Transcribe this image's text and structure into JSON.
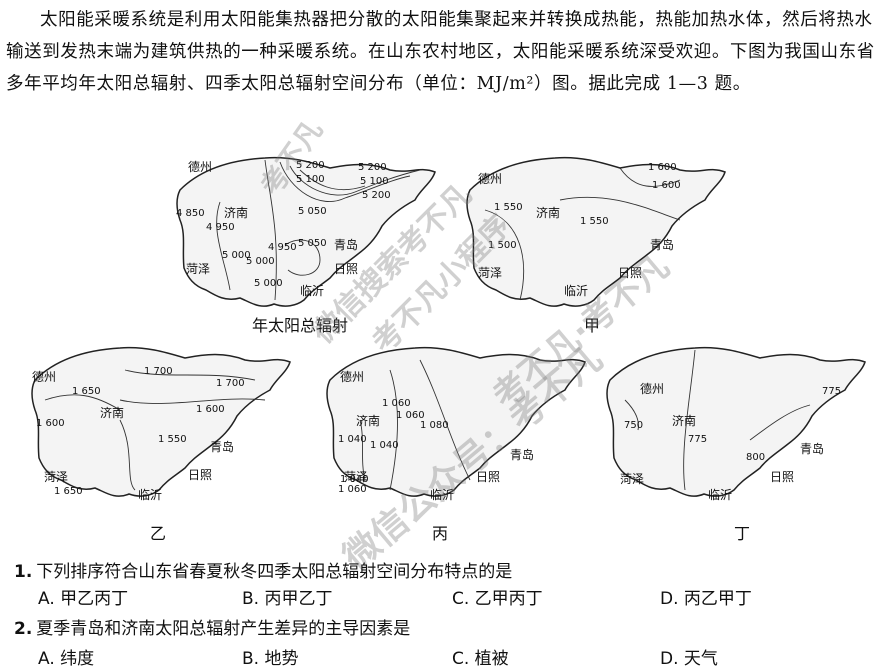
{
  "intro_text": "太阳能采暖系统是利用太阳能集热器把分散的太阳能集聚起来并转换成热能，热能加热水体，然后将热水输送到发热末端为建筑供热的一种采暖系统。在山东农村地区，太阳能采暖系统深受欢迎。下图为我国山东省多年平均年太阳总辐射、四季太阳总辐射空间分布（单位：MJ/m²）图。据此完成 1—3 题。",
  "maps": {
    "annual": {
      "caption": "年太阳总辐射",
      "cities": [
        "德州",
        "济南",
        "青岛",
        "菏泽",
        "日照",
        "临沂"
      ],
      "isolines": [
        "5 200",
        "5 100",
        "5 200",
        "5 100",
        "5 200",
        "5 050",
        "4 850",
        "4 950",
        "5 000",
        "4 950",
        "5 050",
        "5 000",
        "5 000"
      ]
    },
    "jia": {
      "caption": "甲",
      "cities": [
        "德州",
        "济南",
        "青岛",
        "菏泽",
        "日照",
        "临沂"
      ],
      "isolines": [
        "1 600",
        "1 550",
        "1 500",
        "1 550",
        "1 600"
      ]
    },
    "yi": {
      "caption": "乙",
      "cities": [
        "德州",
        "济南",
        "青岛",
        "菏泽",
        "日照",
        "临沂"
      ],
      "isolines": [
        "1 700",
        "1 650",
        "1 700",
        "1 600",
        "1 600",
        "1 550",
        "1 650"
      ]
    },
    "bing": {
      "caption": "丙",
      "cities": [
        "德州",
        "济南",
        "青岛",
        "菏泽",
        "日照",
        "临沂"
      ],
      "isolines": [
        "1 060",
        "1 060",
        "1 080",
        "1 040",
        "1 040",
        "1 040",
        "1 060"
      ]
    },
    "ding": {
      "caption": "丁",
      "cities": [
        "德州",
        "济南",
        "青岛",
        "菏泽",
        "日照",
        "临沂"
      ],
      "isolines": [
        "775",
        "750",
        "775",
        "800"
      ]
    }
  },
  "watermarks": [
    "考不凡",
    "微信搜索考不凡",
    "考不凡小程序",
    "考不凡·考不凡",
    "微信公众号：考不凡"
  ],
  "questions": [
    {
      "number": "1.",
      "stem": "下列排序符合山东省春夏秋冬四季太阳总辐射空间分布特点的是",
      "options": [
        "A. 甲乙丙丁",
        "B. 丙甲乙丁",
        "C. 乙甲丙丁",
        "D. 丙乙甲丁"
      ]
    },
    {
      "number": "2.",
      "stem": "夏季青岛和济南太阳总辐射产生差异的主导因素是",
      "options": [
        "A. 纬度",
        "B. 地势",
        "C. 植被",
        "D. 天气"
      ]
    }
  ]
}
